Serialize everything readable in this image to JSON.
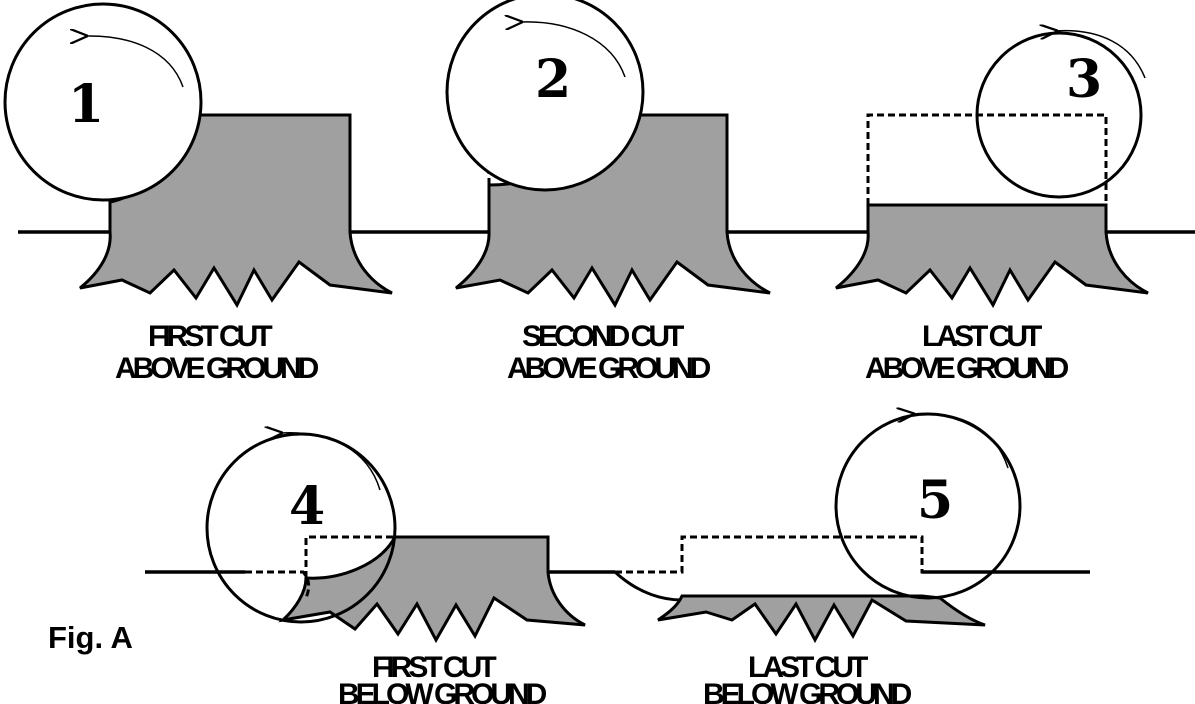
{
  "figure_label": "Fig. A",
  "steps": [
    {
      "number": "1",
      "caption": [
        "FIRST CUT",
        "ABOVE GROUND"
      ]
    },
    {
      "number": "2",
      "caption": [
        "SECOND CUT",
        "ABOVE GROUND"
      ]
    },
    {
      "number": "3",
      "caption": [
        "LAST CUT",
        "ABOVE GROUND"
      ]
    },
    {
      "number": "4",
      "caption": [
        "FIRST CUT",
        "BELOW GROUND"
      ]
    },
    {
      "number": "5",
      "caption": [
        "LAST CUT",
        "BELOW GROUND"
      ]
    }
  ],
  "colors": {
    "stump": "#a0a0a0",
    "outline": "#000000",
    "background": "#ffffff"
  }
}
